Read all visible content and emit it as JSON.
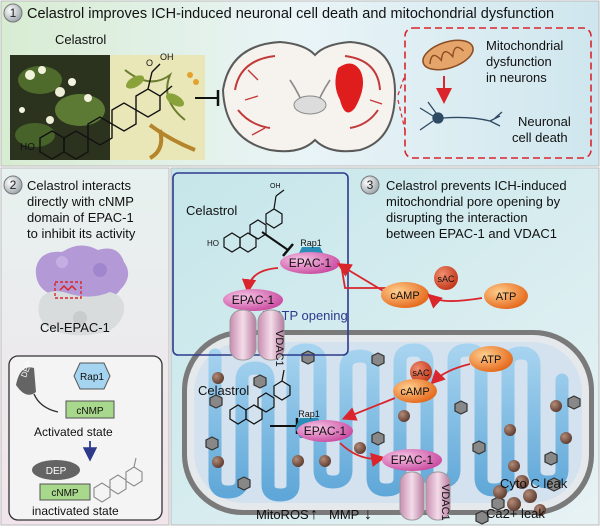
{
  "panel1": {
    "number": "1",
    "title": "Celastrol improves ICH-induced neuronal cell death and mitochondrial dysfunction",
    "compound_label": "Celastrol",
    "mito_label_line1": "Mitochondrial",
    "mito_label_line2": "dysfunction",
    "mito_label_line3": "in neurons",
    "death_label_line1": "Neuronal",
    "death_label_line2": "cell death"
  },
  "panel2": {
    "number": "2",
    "text_line1": "Celastrol interacts",
    "text_line2": "directly with cNMP",
    "text_line3": "domain of EPAC-1",
    "text_line4": "to inhibit its activity",
    "complex_label": "Cel-EPAC-1",
    "dep_label": "DEP",
    "rap1_label": "Rap1",
    "cnmp_label": "cNMP",
    "activated_label": "Activated state",
    "inactivated_label": "inactivated state"
  },
  "panel3": {
    "number": "3",
    "text_line1": "Celastrol prevents ICH-induced",
    "text_line2": "mitochondrial pore opening by",
    "text_line3": "disrupting the interaction",
    "text_line4": "between EPAC-1 and VDAC1",
    "celastrol_label": "Celastrol",
    "rap1_label": "Rap1",
    "epac_label": "EPAC-1",
    "camp_label": "cAMP",
    "sac_label": "sAC",
    "atp_label": "ATP",
    "vdac_label": "VDAC1",
    "mptp_label": "MPTP opening",
    "cytoc_label": "Cyto C leak",
    "ca_label": "Ca2+ leak",
    "mitoros_label": "MitoROS",
    "mmp_label": "MMP",
    "up_arrow": "↑",
    "down_arrow": "↓"
  },
  "colors": {
    "epac": "#e06ab8",
    "orange": "#f07a1e",
    "sac": "#d9421f",
    "rap1": "#2a8fb8",
    "mito_border": "#4a4a4a",
    "arrow_red": "#d9252b"
  }
}
